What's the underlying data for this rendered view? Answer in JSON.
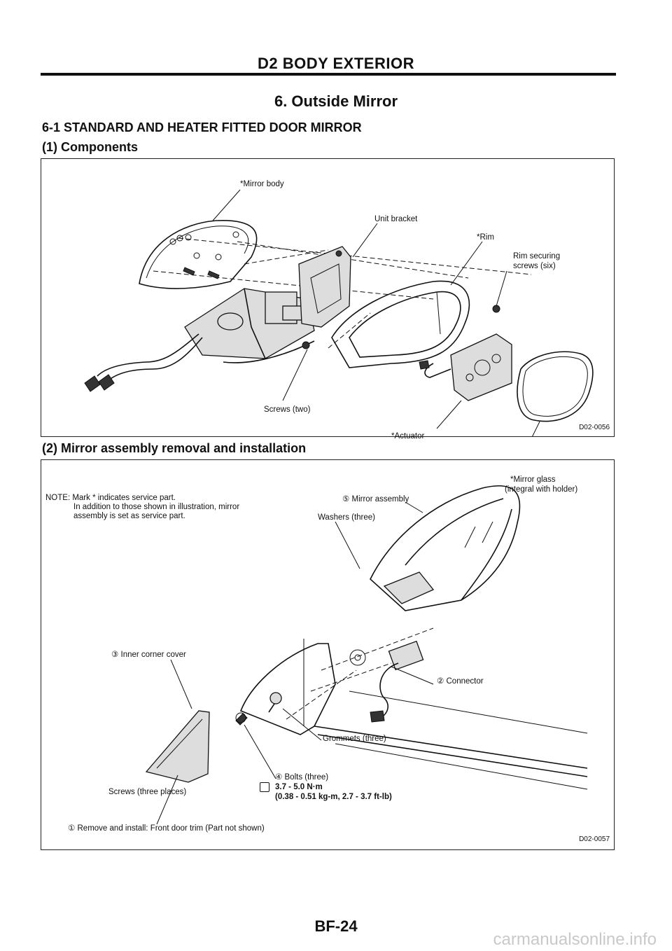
{
  "header": "D2 BODY EXTERIOR",
  "section_title": "6. Outside Mirror",
  "subsection": "6-1 STANDARD AND HEATER FITTED DOOR MIRROR",
  "fig1": {
    "heading": "(1) Components",
    "labels": {
      "mirror_body": "*Mirror body",
      "unit_bracket": "Unit bracket",
      "rim": "*Rim",
      "rim_screws_1": "Rim securing",
      "rim_screws_2": "screws (six)",
      "screws_two": "Screws (two)",
      "actuator": "*Actuator",
      "mirror_glass_1": "*Mirror glass",
      "mirror_glass_2": "(integral with holder)"
    },
    "note_1": "NOTE: Mark * indicates service part.",
    "note_2": "In addition to those shown in illustration, mirror",
    "note_3": "assembly is set as service part.",
    "code": "D02-0056"
  },
  "fig2": {
    "heading": "(2) Mirror assembly removal and installation",
    "labels": {
      "mirror_assembly": "⑤ Mirror assembly",
      "washers": "Washers (three)",
      "inner_corner": "③ Inner corner cover",
      "connector": "② Connector",
      "grommets": "Grommets (three)",
      "bolts": "④ Bolts (three)",
      "torque_1": "3.7 - 5.0 N·m",
      "torque_2": "(0.38 - 0.51 kg-m, 2.7 - 3.7 ft-lb)",
      "screws_three": "Screws (three places)",
      "remove_install": "① Remove and install: Front door trim (Part not shown)"
    },
    "code": "D02-0057"
  },
  "page_number": "BF-24",
  "watermark": "carmanualsonline.info"
}
